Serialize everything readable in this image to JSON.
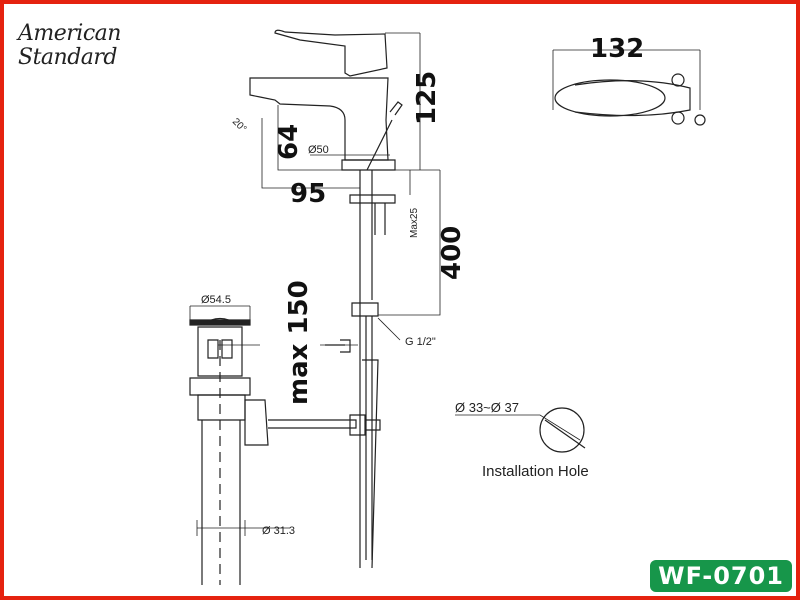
{
  "brand": {
    "line1": "American",
    "line2": "Standard"
  },
  "model_badge": "WF-0701",
  "colors": {
    "border": "#e5220f",
    "badge": "#17964a"
  },
  "dimensions": {
    "handle_width": "132",
    "height": "125",
    "spout_height": "64",
    "spout_reach": "95",
    "base_diameter": "Ø50",
    "spout_angle": "20°",
    "max_deck": "Max25",
    "hose_length": "400",
    "drain_max": "max 150",
    "drain_head": "Ø54.5",
    "thread": "G 1/2\"",
    "hole_diameter": "Ø 33~Ø 37",
    "tail_diameter": "Ø 31.3"
  },
  "labels": {
    "installation_hole": "Installation Hole"
  }
}
